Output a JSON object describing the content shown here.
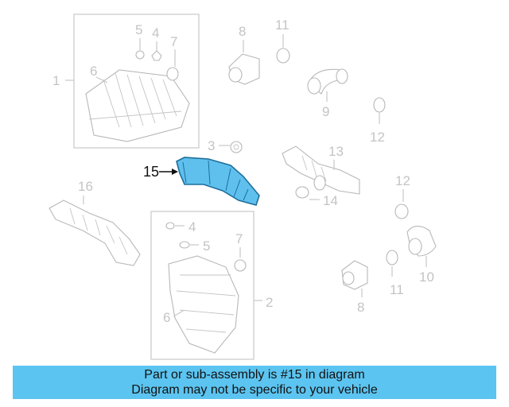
{
  "callouts": {
    "c1": "1",
    "c2": "2",
    "c3": "3",
    "c4a": "4",
    "c4b": "4",
    "c5a": "5",
    "c5b": "5",
    "c6a": "6",
    "c6b": "6",
    "c7a": "7",
    "c7b": "7",
    "c8a": "8",
    "c8b": "8",
    "c9": "9",
    "c10": "10",
    "c11a": "11",
    "c11b": "11",
    "c12a": "12",
    "c12b": "12",
    "c13": "13",
    "c14": "14",
    "c15": "15",
    "c16": "16"
  },
  "highlight_color": "#5fc0ee",
  "banner": {
    "line1": "Part or sub-assembly is #15 in diagram",
    "line2": "Diagram may not be specific to your vehicle",
    "background": "#5cc4f0"
  }
}
